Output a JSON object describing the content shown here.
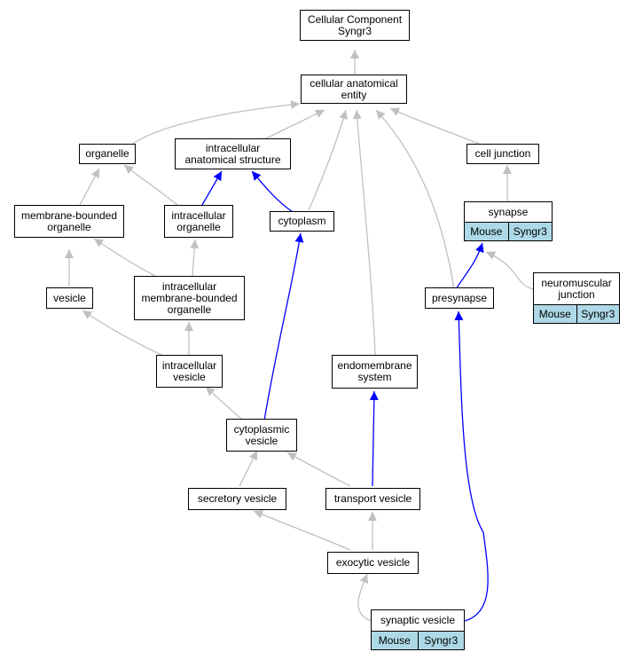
{
  "nodes": {
    "cellular_component": "Cellular Component\nSyngr3",
    "cellular_anatomical_entity": "cellular anatomical\nentity",
    "organelle": "organelle",
    "intracellular_anatomical_structure": "intracellular\nanatomical structure",
    "cell_junction": "cell junction",
    "membrane_bounded_organelle": "membrane-bounded\norganelle",
    "intracellular_organelle": "intracellular\norganelle",
    "cytoplasm": "cytoplasm",
    "synapse": "synapse",
    "neuromuscular_junction": "neuromuscular\njunction",
    "vesicle": "vesicle",
    "intracellular_membrane_bounded_organelle": "intracellular\nmembrane-bounded\norganelle",
    "presynapse": "presynapse",
    "intracellular_vesicle": "intracellular\nvesicle",
    "endomembrane_system": "endomembrane\nsystem",
    "cytoplasmic_vesicle": "cytoplasmic\nvesicle",
    "secretory_vesicle": "secretory vesicle",
    "transport_vesicle": "transport vesicle",
    "exocytic_vesicle": "exocytic vesicle",
    "synaptic_vesicle": "synaptic vesicle"
  },
  "annotations": {
    "synapse": [
      "Mouse",
      "Syngr3"
    ],
    "neuromuscular_junction": [
      "Mouse",
      "Syngr3"
    ],
    "synaptic_vesicle": [
      "Mouse",
      "Syngr3"
    ]
  },
  "colors": {
    "is_a_edge": "#c0c0c0",
    "part_of_edge": "#0000ff",
    "annotation_fill": "#add8e6"
  }
}
